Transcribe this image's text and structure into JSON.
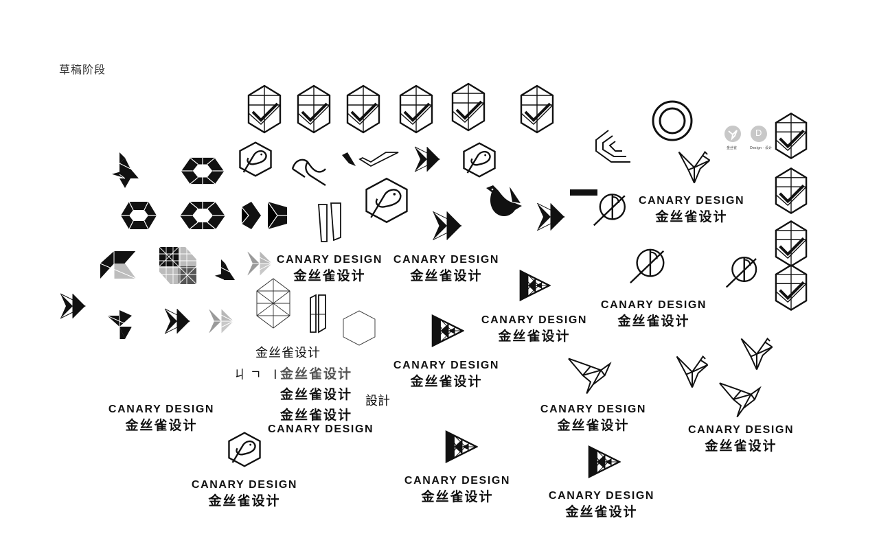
{
  "page": {
    "title": "草稿阶段",
    "brand_en": "CANARY DESIGN",
    "brand_cn": "金丝雀设计",
    "sketch_cn_plain": "金丝雀设计",
    "sketch_cn_partial": "金丝雀设计",
    "sketch_glyphs": "ㄐㄱ l",
    "sketch_trad": "設計",
    "badge_labels": [
      "金丝雀",
      "Design · 设计"
    ],
    "badge_letter": "D"
  },
  "colors": {
    "ink": "#111111",
    "grey": "#9a9a9a",
    "light": "#c8c8c8"
  }
}
